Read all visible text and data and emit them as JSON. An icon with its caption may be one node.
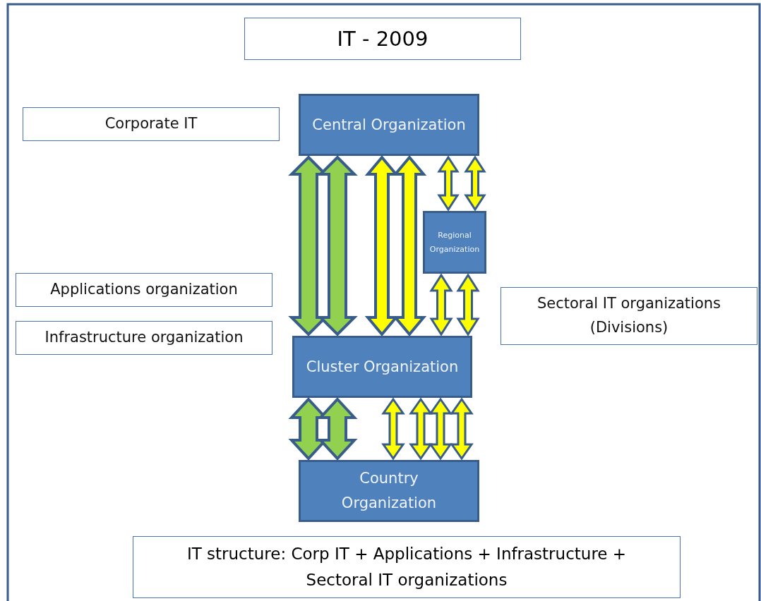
{
  "diagram": {
    "title": "IT - 2009",
    "caption": "IT structure:  Corp IT + Applications + Infrastructure + Sectoral  IT organizations",
    "nodes": [
      {
        "text": [
          "Corporate IT"
        ]
      },
      {
        "text": [
          "Central Organization"
        ]
      },
      {
        "text": [
          "Regional Organization"
        ]
      },
      {
        "text": [
          "Applications organization"
        ]
      },
      {
        "text": [
          "Infrastructure organization"
        ]
      },
      {
        "text": [
          "Sectoral IT organizations (Divisions)"
        ]
      },
      {
        "text": [
          "Cluster Organization"
        ]
      },
      {
        "text": [
          "Country Organization"
        ]
      }
    ],
    "edges": [
      {
        "from": 1,
        "to": 6,
        "arrow": "both",
        "style": "thick",
        "color": "#92d050"
      },
      {
        "from": 1,
        "to": 6,
        "arrow": "both",
        "style": "thick",
        "color": "#92d050"
      },
      {
        "from": 1,
        "to": 6,
        "arrow": "both",
        "style": "thick"
      },
      {
        "from": 1,
        "to": 6,
        "arrow": "both",
        "style": "thick"
      },
      {
        "from": 1,
        "to": 2,
        "arrow": "both"
      },
      {
        "from": 1,
        "to": 2,
        "arrow": "both"
      },
      {
        "from": 2,
        "to": 6,
        "arrow": "both"
      },
      {
        "from": 2,
        "to": 6,
        "arrow": "both"
      },
      {
        "from": 6,
        "to": 7,
        "arrow": "both",
        "style": "thick",
        "color": "#92d050"
      },
      {
        "from": 6,
        "to": 7,
        "arrow": "both",
        "style": "thick",
        "color": "#92d050"
      },
      {
        "from": 6,
        "to": 7,
        "arrow": "both"
      },
      {
        "from": 6,
        "to": 7,
        "arrow": "both"
      },
      {
        "from": 6,
        "to": 7,
        "arrow": "both"
      },
      {
        "from": 6,
        "to": 7,
        "arrow": "both"
      }
    ]
  }
}
